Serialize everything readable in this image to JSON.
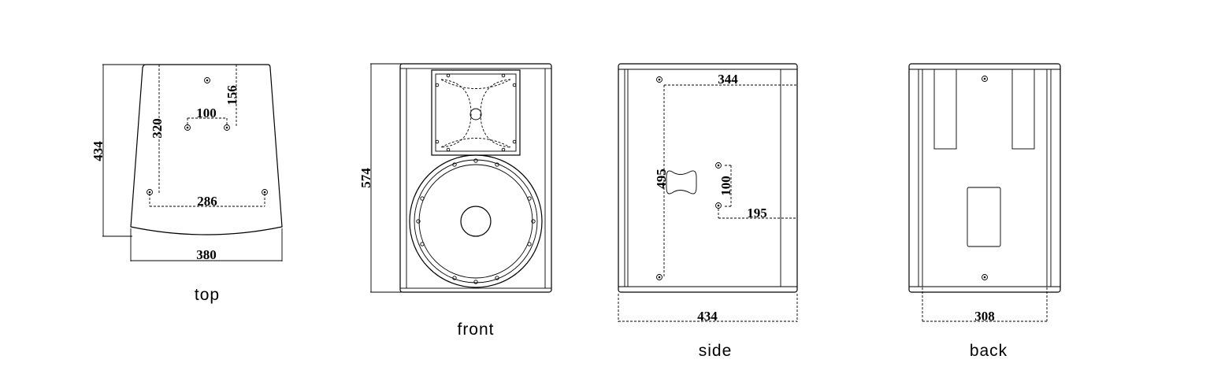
{
  "views": {
    "top": {
      "label": "top",
      "dims": {
        "depth": "434",
        "width": "380",
        "rear_to_points": "320",
        "point_spacing": "100",
        "front_offset": "156",
        "front_spacing": "286"
      }
    },
    "front": {
      "label": "front",
      "dims": {
        "height": "574"
      }
    },
    "side": {
      "label": "side",
      "dims": {
        "depth": "434",
        "top_offset": "344",
        "vertical_spacing": "495",
        "point_spacing": "100",
        "bottom_offset": "195"
      }
    },
    "back": {
      "label": "back",
      "dims": {
        "width": "308"
      }
    }
  }
}
